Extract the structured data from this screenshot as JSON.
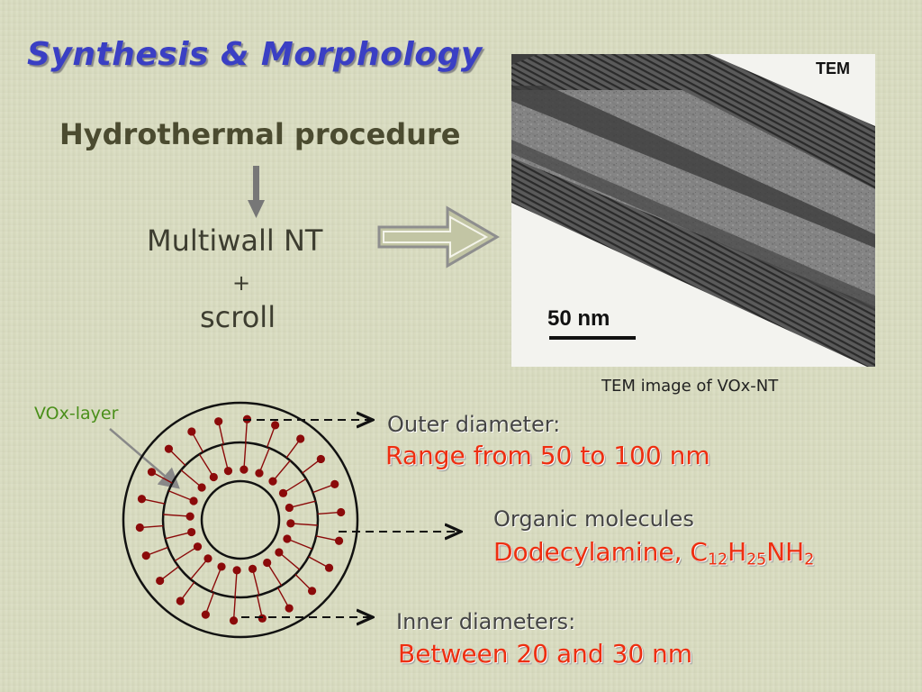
{
  "slide": {
    "title": "Synthesis & Morphology",
    "process_step": "Hydrothermal procedure",
    "product_line1": "Multiwall NT",
    "product_plus": "+",
    "product_line2": "scroll"
  },
  "tem_image": {
    "corner_label": "TEM",
    "scale_label": "50 nm",
    "caption": "TEM image of VOx-NT"
  },
  "diagram": {
    "layer_label": "VOx-layer",
    "outer": {
      "label": "Outer diameter:",
      "value": "Range from 50 to 100 nm"
    },
    "organic": {
      "label": "Organic molecules",
      "value_prefix": "Dodecylamine, C",
      "c_sub": "12",
      "h": "H",
      "h_sub": "25",
      "nh": "NH",
      "nh_sub": "2"
    },
    "inner": {
      "label": "Inner diameters:",
      "value": "Between 20 and 30 nm"
    }
  },
  "colors": {
    "title": "#3a3fc4",
    "emphasis": "#ee2e10",
    "layer_label": "#4a8f1a",
    "molecule": "#8b0a0a"
  }
}
